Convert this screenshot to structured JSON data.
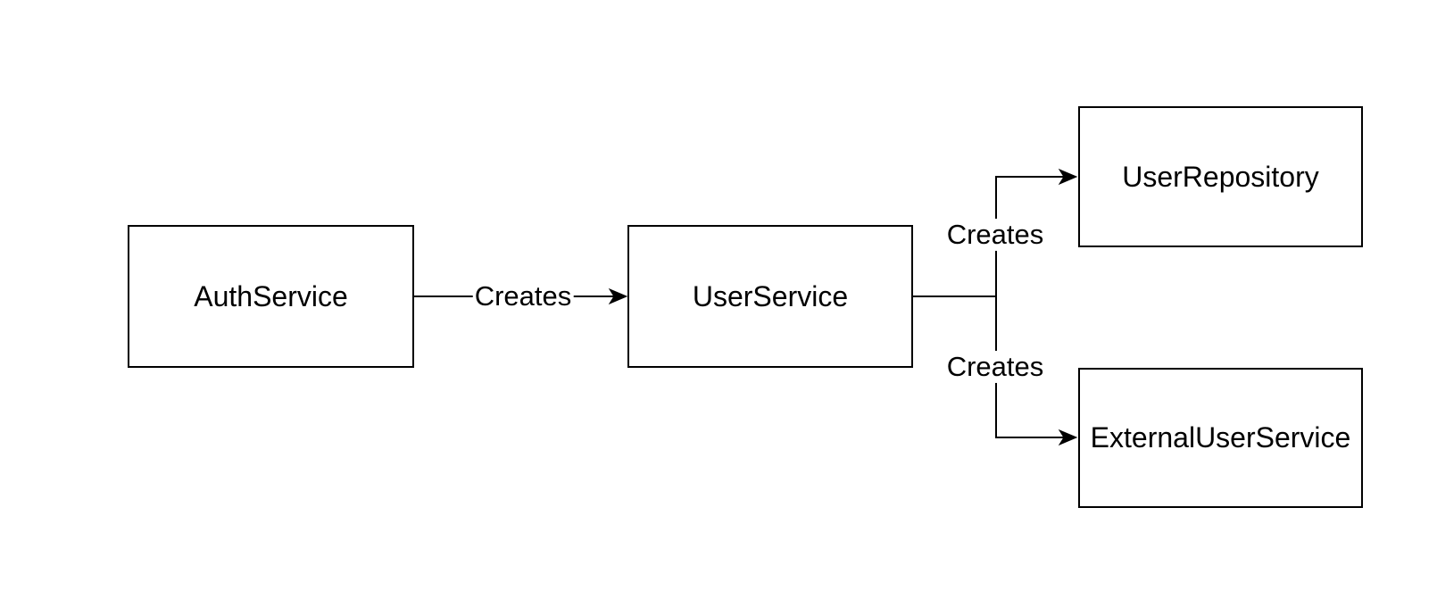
{
  "diagram": {
    "type": "flowchart",
    "background_color": "#ffffff",
    "stroke_color": "#000000",
    "text_color": "#000000",
    "node_fill_color": "#ffffff",
    "nodes": [
      {
        "id": "auth-service",
        "label": "AuthService"
      },
      {
        "id": "user-service",
        "label": "UserService"
      },
      {
        "id": "user-repository",
        "label": "UserRepository"
      },
      {
        "id": "external-user-service",
        "label": "ExternalUserService"
      }
    ],
    "edges": [
      {
        "id": "auth-creates-user",
        "from": "AuthService",
        "to": "UserService",
        "label": "Creates"
      },
      {
        "id": "user-creates-repository",
        "from": "UserService",
        "to": "UserRepository",
        "label": "Creates"
      },
      {
        "id": "user-creates-external",
        "from": "UserService",
        "to": "ExternalUserService",
        "label": "Creates"
      }
    ]
  }
}
